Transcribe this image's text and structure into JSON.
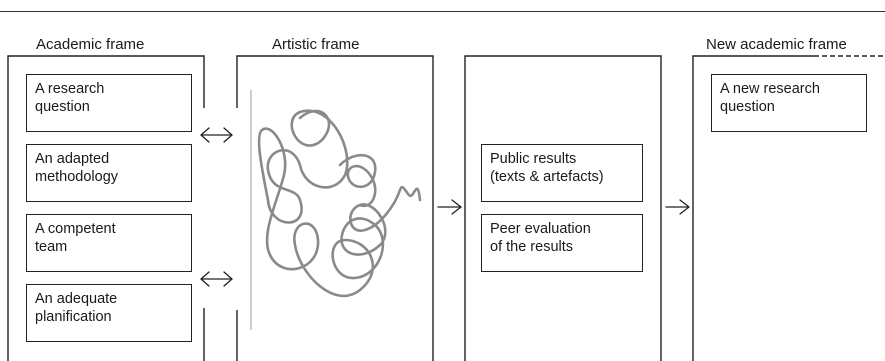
{
  "frames": {
    "academic": {
      "title": "Academic frame",
      "items": [
        {
          "line1": "A research",
          "line2": "question"
        },
        {
          "line1": "An adapted",
          "line2": "methodology"
        },
        {
          "line1": "A competent",
          "line2": "team"
        },
        {
          "line1": "An adequate",
          "line2": "planification"
        }
      ]
    },
    "artistic": {
      "title": "Artistic frame"
    },
    "results": {
      "items": [
        {
          "line1": "Public results",
          "line2": "(texts & artefacts)"
        },
        {
          "line1": "Peer evaluation",
          "line2": "of the results"
        }
      ]
    },
    "new_academic": {
      "title": "New academic frame",
      "items": [
        {
          "line1": "A new research",
          "line2": "question"
        }
      ]
    }
  },
  "arrows": {
    "bidirectional": "←→",
    "forward": "→"
  }
}
